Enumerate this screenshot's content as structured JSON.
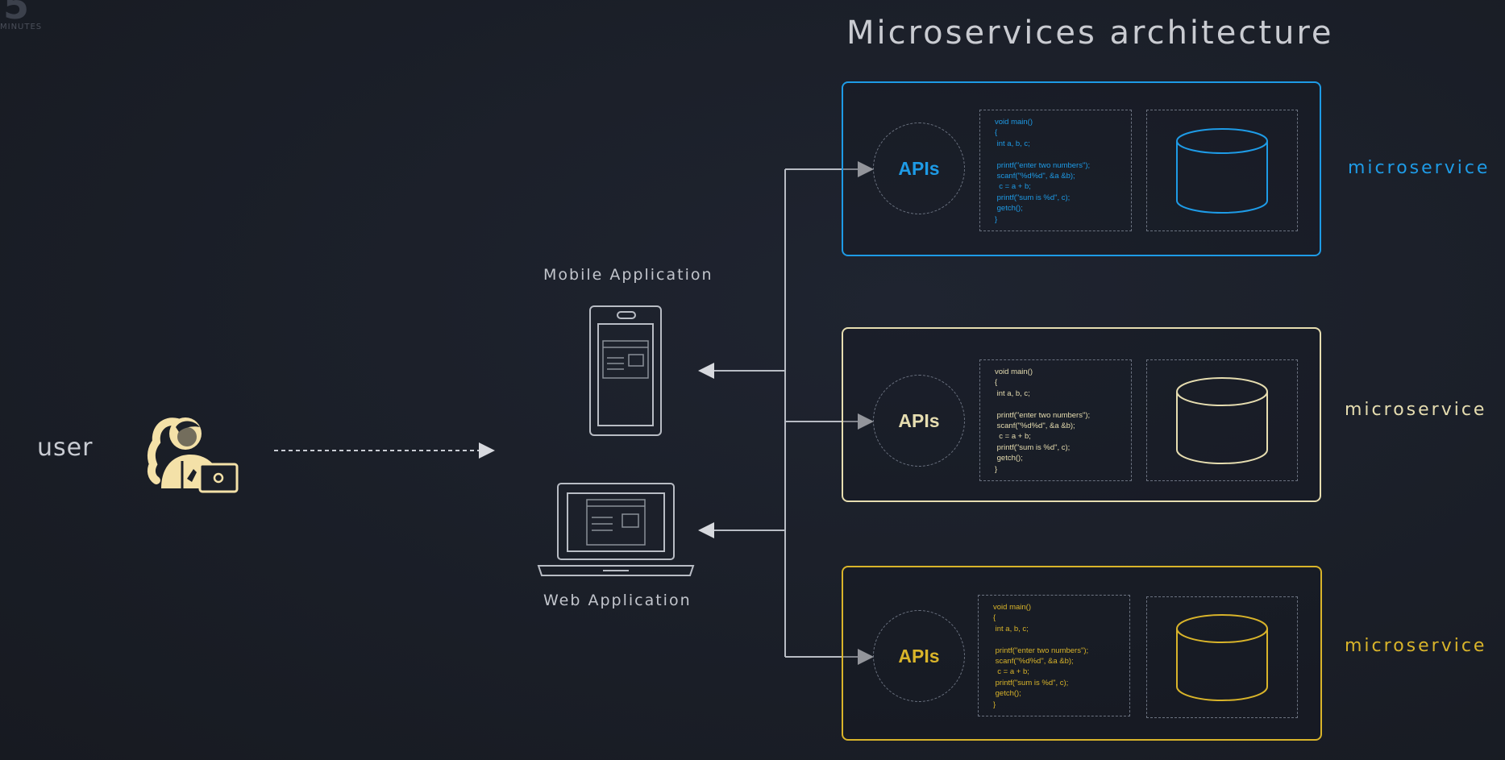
{
  "logo": {
    "big": "5",
    "small": "MINUTES"
  },
  "title": "Microservices architecture",
  "user": {
    "label": "user",
    "icon": "user-with-laptop-icon"
  },
  "apps": {
    "mobile": {
      "label": "Mobile Application",
      "icon": "mobile-phone-icon"
    },
    "web": {
      "label": "Web Application",
      "icon": "laptop-icon"
    }
  },
  "services": [
    {
      "label": "microservice",
      "color": "#1e9be6",
      "apis_label": "APIs",
      "code": "void main()\n{\n int a, b, c;\n\n printf(\"enter two numbers\");\n scanf(\"%d%d\", &a &b);\n  c = a + b;\n printf(\"sum is %d\", c);\n getch();\n}",
      "db_icon": "database-icon"
    },
    {
      "label": "microservice",
      "color": "#e6ddb0",
      "apis_label": "APIs",
      "code": "void main()\n{\n int a, b, c;\n\n printf(\"enter two numbers\");\n scanf(\"%d%d\", &a &b);\n  c = a + b;\n printf(\"sum is %d\", c);\n getch();\n}",
      "db_icon": "database-icon"
    },
    {
      "label": "microservice",
      "color": "#d9b42a",
      "apis_label": "APIs",
      "code": "void main()\n{\n int a, b, c;\n\n printf(\"enter two numbers\");\n scanf(\"%d%d\", &a &b);\n  c = a + b;\n printf(\"sum is %d\", c);\n getch();\n}",
      "db_icon": "database-icon"
    }
  ]
}
